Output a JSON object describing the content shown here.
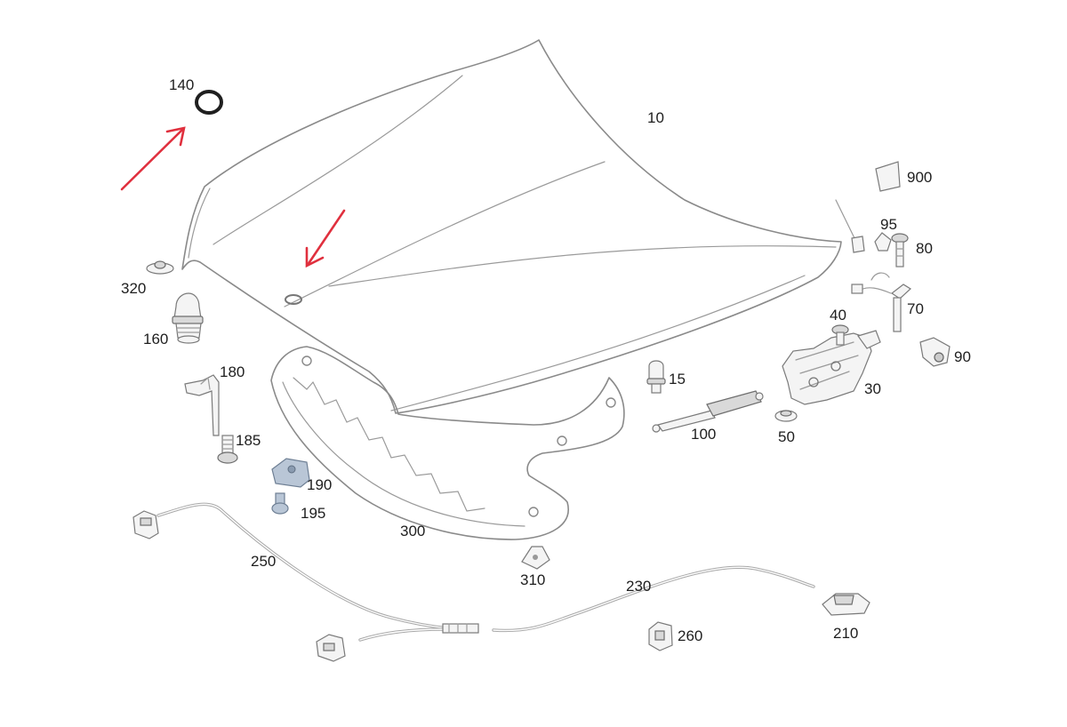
{
  "diagram": {
    "labels": [
      {
        "id": "label-140",
        "text": "140"
      },
      {
        "id": "label-10",
        "text": "10"
      },
      {
        "id": "label-900",
        "text": "900"
      },
      {
        "id": "label-95",
        "text": "95"
      },
      {
        "id": "label-80",
        "text": "80"
      },
      {
        "id": "label-70",
        "text": "70"
      },
      {
        "id": "label-40",
        "text": "40"
      },
      {
        "id": "label-90",
        "text": "90"
      },
      {
        "id": "label-30",
        "text": "30"
      },
      {
        "id": "label-320",
        "text": "320"
      },
      {
        "id": "label-160",
        "text": "160"
      },
      {
        "id": "label-180",
        "text": "180"
      },
      {
        "id": "label-15",
        "text": "15"
      },
      {
        "id": "label-100",
        "text": "100"
      },
      {
        "id": "label-50",
        "text": "50"
      },
      {
        "id": "label-185",
        "text": "185"
      },
      {
        "id": "label-190",
        "text": "190"
      },
      {
        "id": "label-195",
        "text": "195"
      },
      {
        "id": "label-300",
        "text": "300"
      },
      {
        "id": "label-250",
        "text": "250"
      },
      {
        "id": "label-310",
        "text": "310"
      },
      {
        "id": "label-230",
        "text": "230"
      },
      {
        "id": "label-210",
        "text": "210"
      },
      {
        "id": "label-260",
        "text": "260"
      }
    ],
    "colors": {
      "arrow": "#e0303e",
      "outline": "#8a8a8a",
      "label": "#1e1e1e",
      "highlighted_part": "#b9c6d6"
    }
  }
}
